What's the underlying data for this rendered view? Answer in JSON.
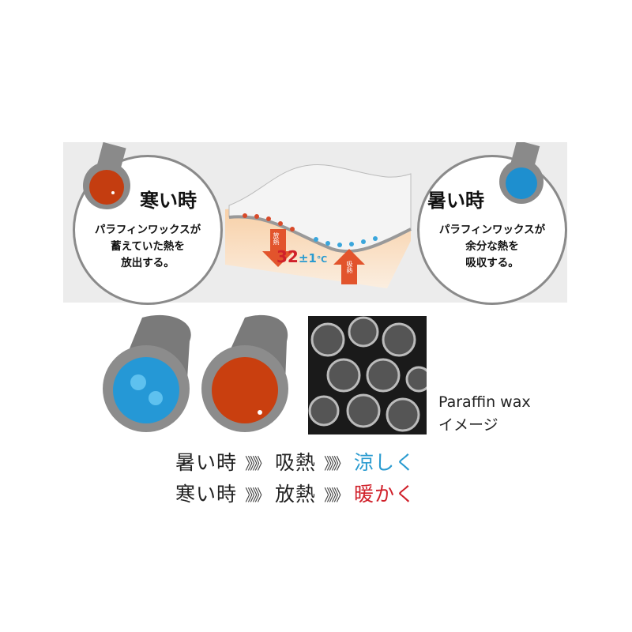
{
  "cold": {
    "title": "寒い時",
    "lines": [
      "パラフィンワックスが",
      "蓄えていた熱を",
      "放出する。"
    ]
  },
  "hot": {
    "title": "暑い時",
    "lines": [
      "パラフィンワックスが",
      "余分な熱を",
      "吸収する。"
    ]
  },
  "fabric": {
    "release_label": "放熱",
    "absorb_label": "吸熱",
    "temp_main": "32",
    "temp_pm": "±1",
    "temp_unit": "℃"
  },
  "image_caption": {
    "line1": "Paraffin wax",
    "line2": "イメージ"
  },
  "summary": [
    {
      "state": "暑い時",
      "chevrons": "》》》",
      "action": "吸熱",
      "chevrons2": "》》》",
      "result": "涼しく",
      "color": "#2a9bd0"
    },
    {
      "state": "寒い時",
      "chevrons": "》》》",
      "action": "放熱",
      "chevrons2": "》》》",
      "result": "暖かく",
      "color": "#d0202a"
    }
  ]
}
